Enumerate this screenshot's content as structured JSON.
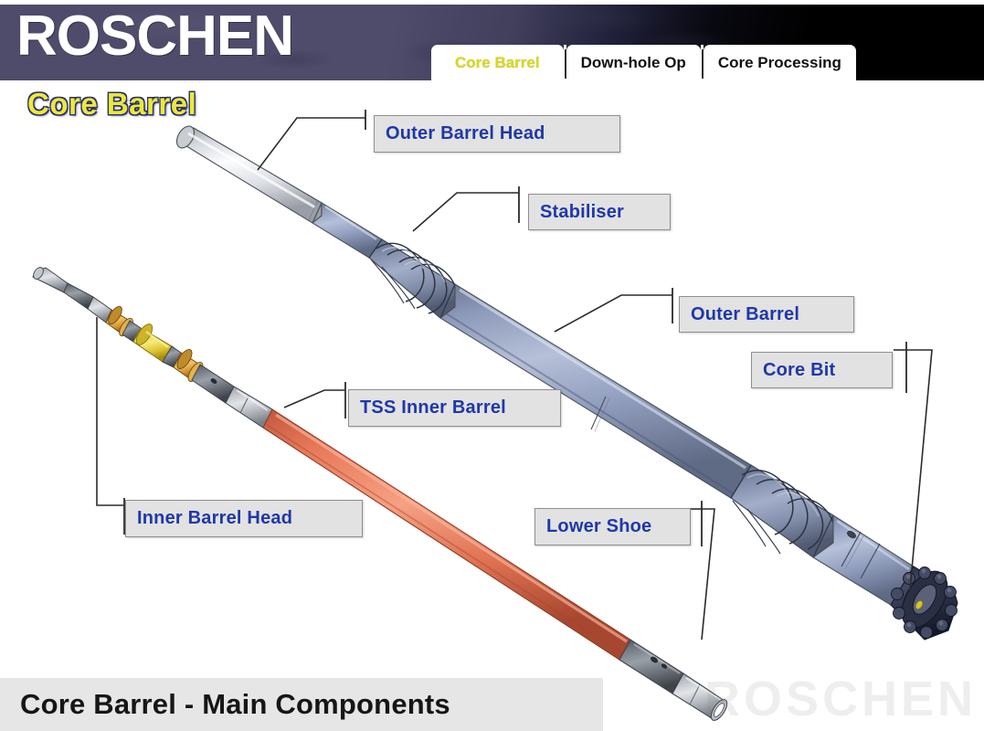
{
  "header": {
    "logo_text": "ROSCHEN",
    "tabs": [
      {
        "label": "Core Barrel",
        "active": true
      },
      {
        "label": "Down-hole Op",
        "active": false
      },
      {
        "label": "Core Processing",
        "active": false
      }
    ]
  },
  "slide": {
    "title": "Core Barrel",
    "caption": "Core Barrel - Main Components",
    "watermark": "ROSCHEN"
  },
  "callouts": [
    {
      "id": "outer-barrel-head",
      "label": "Outer Barrel Head"
    },
    {
      "id": "stabiliser",
      "label": "Stabiliser"
    },
    {
      "id": "outer-barrel",
      "label": "Outer Barrel"
    },
    {
      "id": "core-bit",
      "label": "Core Bit"
    },
    {
      "id": "tss-inner-barrel",
      "label": "TSS Inner Barrel"
    },
    {
      "id": "inner-barrel-head",
      "label": "Inner Barrel Head"
    },
    {
      "id": "lower-shoe",
      "label": "Lower Shoe"
    }
  ],
  "colors": {
    "header_purple": "#4e4b6b",
    "header_black": "#000000",
    "active_tab_text": "#d8d81f",
    "title_yellow": "#ece93a",
    "title_outline": "#2b2f6b",
    "callout_bg": "#e2e2e2",
    "callout_border": "#8f8f8f",
    "callout_text": "#1f38a8",
    "outer_barrel_blue": "#93a0c0",
    "barrel_head_silver": "#d8dade",
    "inner_barrel_orange": "#e8795a",
    "bearing_orange": "#d99a35",
    "bearing_yellow": "#e8d23a",
    "steel_gray": "#6e7278",
    "bit_dark": "#3b3f50",
    "caption_bg": "#e6e6e6",
    "caption_text": "#161616"
  }
}
